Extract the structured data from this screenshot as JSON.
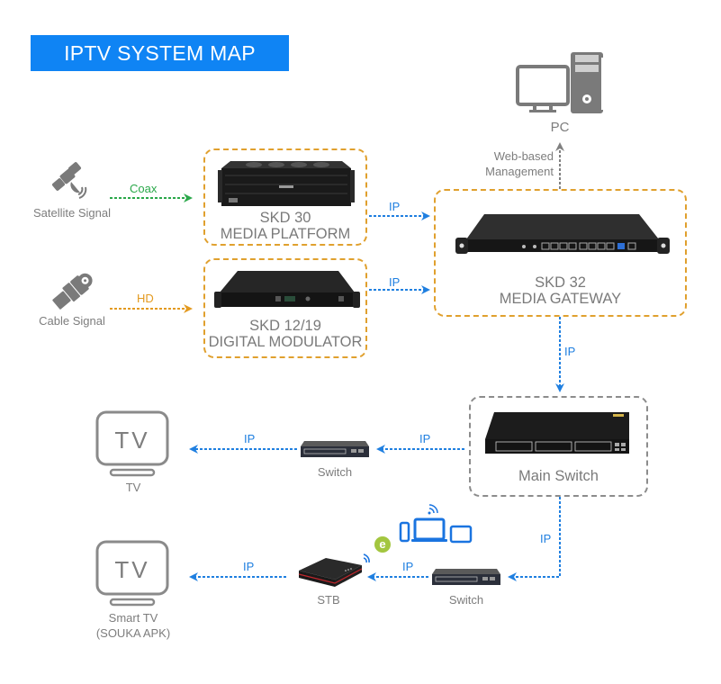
{
  "title": "IPTV SYSTEM MAP",
  "colors": {
    "banner": "#0f84f4",
    "ip_line": "#1f7fe0",
    "coax_line": "#2aa84a",
    "hd_line": "#e39a20",
    "frame_orange": "#e0a02e",
    "frame_gray": "#8c8c8c",
    "icon_gray": "#7a7a7a"
  },
  "sources": {
    "satellite": {
      "icon": "satellite-icon",
      "label": "Satellite Signal"
    },
    "cable": {
      "icon": "cable-connector-icon",
      "label": "Cable Signal"
    }
  },
  "connections": {
    "coax": "Coax",
    "hd": "HD",
    "ip": "IP",
    "web_mgmt_line1": "Web-based",
    "web_mgmt_line2": "Management"
  },
  "devices": {
    "skd30": {
      "line1": "SKD 30",
      "line2": "MEDIA PLATFORM"
    },
    "skd1219": {
      "line1": "SKD 12/19",
      "line2": "DIGITAL MODULATOR"
    },
    "skd32": {
      "line1": "SKD 32",
      "line2": "MEDIA GATEWAY"
    },
    "pc": {
      "icon": "pc-icon",
      "label": "PC"
    },
    "main_switch": {
      "label": "Main Switch"
    },
    "switch_top": {
      "label": "Switch"
    },
    "switch_bottom": {
      "label": "Switch"
    },
    "stb": {
      "label": "STB"
    },
    "tv": {
      "icon_text": "TV",
      "label": "TV"
    },
    "smart_tv": {
      "icon_text": "TV",
      "label_line1": "Smart TV",
      "label_line2": "(SOUKA APK)"
    },
    "mobile_devices": {
      "icon": "mobile-devices-icon"
    },
    "browser_badge": {
      "icon": "browser-e-icon",
      "text": "e"
    }
  }
}
